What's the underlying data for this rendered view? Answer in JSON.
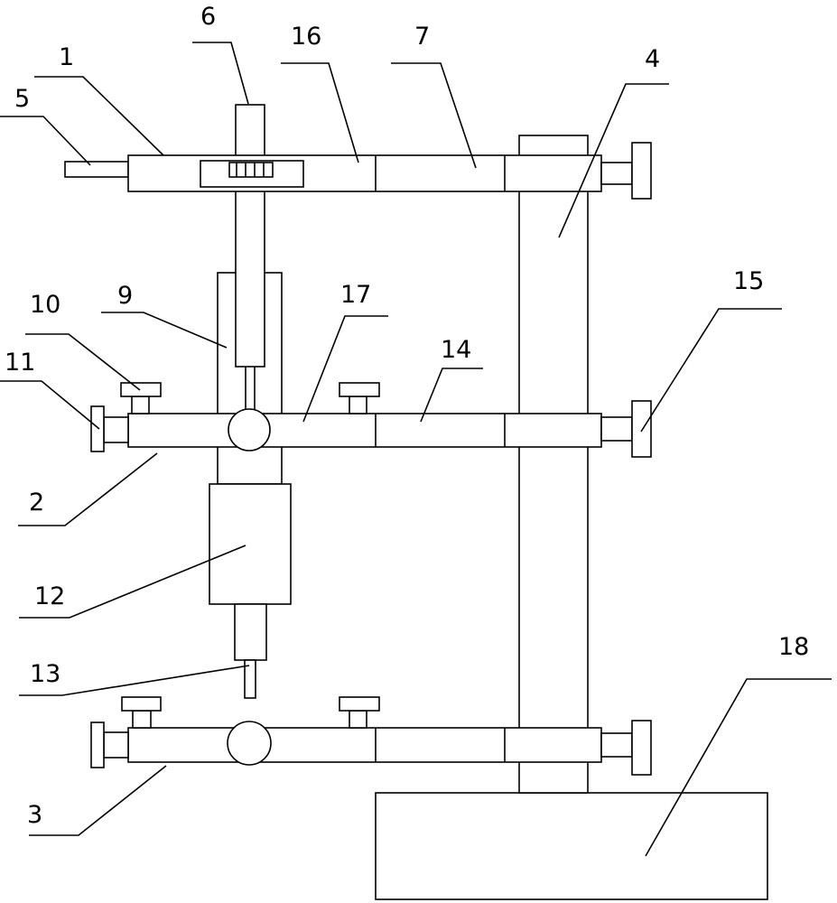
{
  "labels": {
    "l1": "1",
    "l2": "2",
    "l3": "3",
    "l4": "4",
    "l5": "5",
    "l6": "6",
    "l7": "7",
    "l9": "9",
    "l10": "10",
    "l11": "11",
    "l12": "12",
    "l13": "13",
    "l14": "14",
    "l15": "15",
    "l16": "16",
    "l17": "17",
    "l18": "18"
  },
  "colors": {
    "line": "#000000",
    "background": "#ffffff"
  }
}
